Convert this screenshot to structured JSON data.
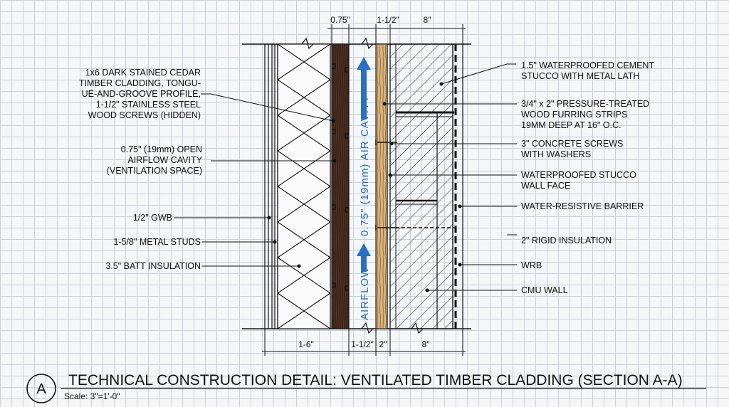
{
  "dimensions": {
    "top": [
      "0.75\"",
      "1-1/2\"",
      "8\""
    ],
    "bottom": [
      "1-6\"",
      "1-1/2\"",
      "2\"",
      "8\""
    ]
  },
  "cavity_text": {
    "airflow": "AIRFLOW",
    "air_cavity": "0.75\" (19mm) AIR CAVITY"
  },
  "left_labels": [
    [
      "1x6 DARK STAINED CEDAR",
      "TIMBER CLADDING, TONGU-",
      "UE-AND-GROOVE PROFILE,",
      "1-1/2\" STAINLESS STEEL",
      "WOOD SCREWS (HIDDEN)"
    ],
    [
      "0.75\" (19mm) OPEN",
      "AIRFLOW CAVITY",
      "(VENTILATION SPACE)"
    ],
    [
      "1/2\" GWB"
    ],
    [
      "1-5/8\" METAL STUDS"
    ],
    [
      "3.5\" BATT INSULATION"
    ]
  ],
  "right_labels": [
    [
      "1.5\" WATERPROOFED CEMENT",
      "STUCCO WITH METAL LATH"
    ],
    [
      "3/4\" x 2\" PRESSURE-TREATED",
      "WOOD FURRING STRIPS",
      "19MM DEEP AT 16\" O.C."
    ],
    [
      "3\" CONCRETE SCREWS",
      "WITH WASHERS"
    ],
    [
      "WATERPROOFED STUCCO",
      "WALL FACE"
    ],
    [
      "WATER-RESISTIVE BARRIER"
    ],
    [
      "2\" RIGID INSULATION"
    ],
    [
      "WRB"
    ],
    [
      "CMU WALL"
    ]
  ],
  "detail_marker": "A",
  "title": "TECHNICAL CONSTRUCTION DETAIL: VENTILATED TIMBER CLADDING (SECTION A-A)",
  "scale": "Scale: 3\"=1'-0\"",
  "colors": {
    "timber": "#3b2418",
    "furring": "#d8b27a",
    "arrow": "#2a6fc4",
    "line": "#111111",
    "grid": "#c7d0d9"
  }
}
